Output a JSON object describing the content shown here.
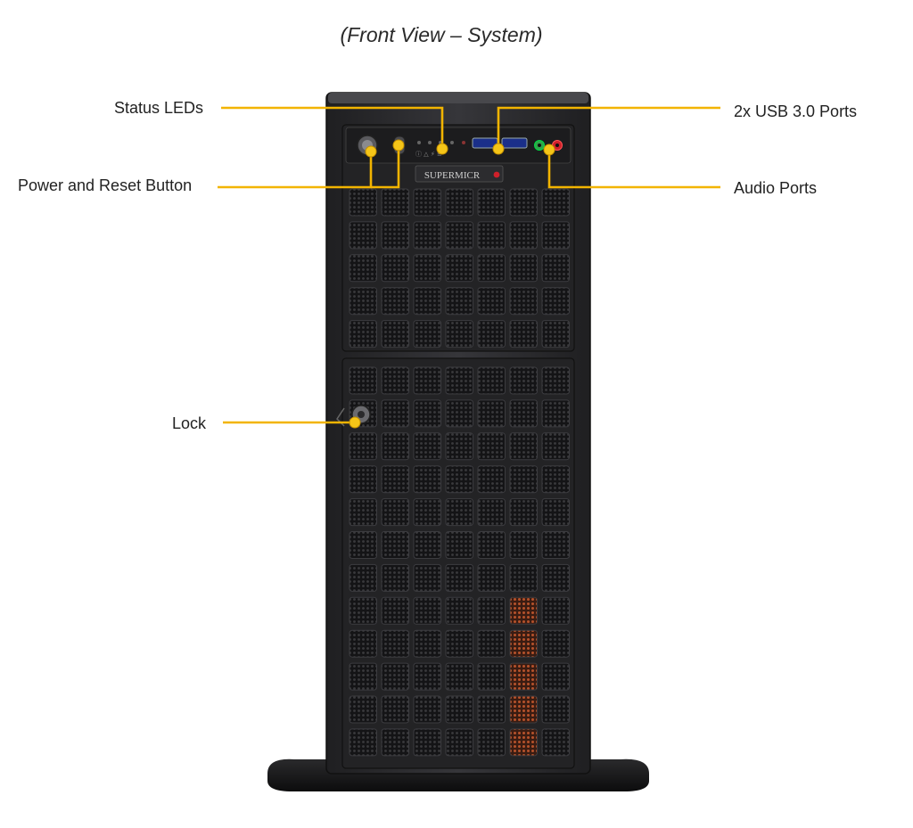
{
  "title": "(Front View – System)",
  "labels": {
    "status_leds": "Status LEDs",
    "power_reset": "Power and Reset Button",
    "usb": "2x USB 3.0 Ports",
    "audio": "Audio Ports",
    "lock": "Lock"
  },
  "brand": "SUPERMICR",
  "colors": {
    "leader": "#f2b400",
    "chassis": "#2b2b2d",
    "grille": "#151517",
    "accent_red": "#d0202a",
    "fan_orange": "#b5522b"
  }
}
